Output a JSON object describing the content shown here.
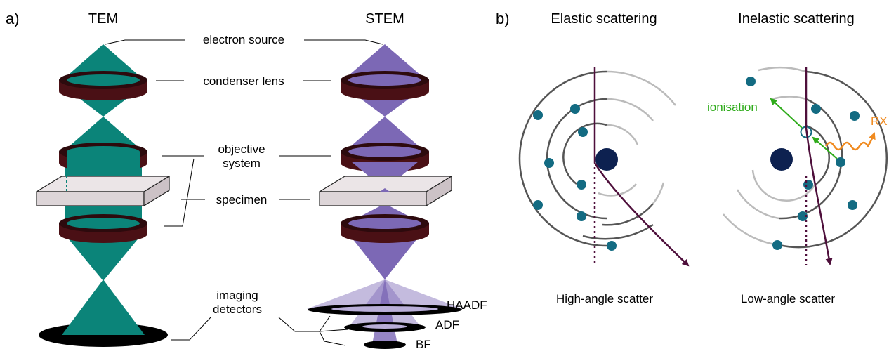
{
  "panel_a": {
    "letter": "a)",
    "tem_title": "TEM",
    "stem_title": "STEM",
    "labels": {
      "electron_source": "electron source",
      "condenser_lens": "condenser lens",
      "objective_line1": "objective",
      "objective_line2": "system",
      "specimen": "specimen",
      "imaging_line1": "imaging",
      "imaging_line2": "detectors"
    },
    "detectors": [
      "HAADF",
      "ADF",
      "BF"
    ]
  },
  "panel_b": {
    "letter": "b)",
    "elastic_title": "Elastic scattering",
    "inelastic_title": "Inelastic scattering",
    "elastic_caption": "High-angle scatter",
    "inelastic_caption": "Low-angle scatter",
    "ionisation_label": "ionisation",
    "xray_label": "RX"
  },
  "colors": {
    "tem_beam": "#0b8479",
    "stem_beam": "#7c68b5",
    "lens_dark": "#2d0a0d",
    "lens_body": "#4a1015",
    "nucleus": "#0d2150",
    "electron": "#136b82",
    "trajectory": "#4e0f3b",
    "ionisation": "#2eab1a",
    "xray": "#f08a1f",
    "specimen_fill": "#ddd5d8"
  }
}
